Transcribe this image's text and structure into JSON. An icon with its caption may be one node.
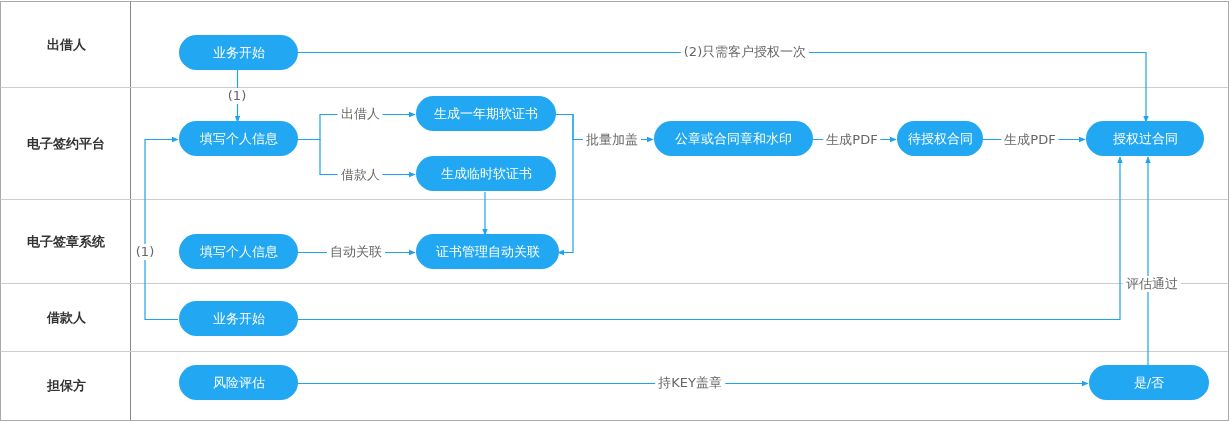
{
  "diagram": {
    "nodes": [
      {
        "text": [
          "出借人"
        ]
      },
      {
        "text": [
          "电子签约平台"
        ]
      },
      {
        "text": [
          "电子签章系统"
        ]
      },
      {
        "text": [
          "借款人"
        ]
      },
      {
        "text": [
          "担保方"
        ]
      },
      {
        "text": [
          "业务开始"
        ],
        "in": 0
      },
      {
        "text": [
          "填写个人信息"
        ],
        "in": 1
      },
      {
        "text": [
          "生成一年期软证书"
        ],
        "in": 1
      },
      {
        "text": [
          "生成临时软证书"
        ],
        "in": 1
      },
      {
        "text": [
          "公章或合同章和水印"
        ],
        "in": 1
      },
      {
        "text": [
          "待授权合同"
        ],
        "in": 1
      },
      {
        "text": [
          "授权过合同"
        ],
        "in": 1
      },
      {
        "text": [
          "填写个人信息"
        ],
        "in": 2
      },
      {
        "text": [
          "证书管理自动关联"
        ],
        "in": 2
      },
      {
        "text": [
          "业务开始"
        ],
        "in": 3
      },
      {
        "text": [
          "风险评估"
        ],
        "in": 4
      },
      {
        "text": [
          "是/否"
        ],
        "in": 4
      }
    ],
    "edges": [
      {
        "from": 5,
        "to": 6,
        "arrow": "to",
        "label": "(1)"
      },
      {
        "from": 5,
        "to": 11,
        "arrow": "to",
        "label": "(2)只需客户授权一次"
      },
      {
        "from": 6,
        "to": 7,
        "arrow": "to",
        "label": "出借人"
      },
      {
        "from": 6,
        "to": 8,
        "arrow": "to",
        "label": "借款人"
      },
      {
        "from": 7,
        "to": 13,
        "arrow": "to"
      },
      {
        "from": 7,
        "to": 9,
        "arrow": "to",
        "label": "批量加盖"
      },
      {
        "from": 8,
        "to": 13,
        "arrow": "to"
      },
      {
        "from": 12,
        "to": 13,
        "arrow": "to",
        "label": "自动关联"
      },
      {
        "from": 9,
        "to": 10,
        "arrow": "to",
        "label": "生成PDF"
      },
      {
        "from": 10,
        "to": 11,
        "arrow": "to",
        "label": "生成PDF"
      },
      {
        "from": 14,
        "to": 6,
        "arrow": "to",
        "label": "(1)"
      },
      {
        "from": 14,
        "to": 11,
        "arrow": "to"
      },
      {
        "from": 16,
        "to": 11,
        "arrow": "to",
        "label": "评估通过"
      },
      {
        "from": 15,
        "to": 16,
        "arrow": "to",
        "label": "持KEY盖章"
      }
    ]
  }
}
